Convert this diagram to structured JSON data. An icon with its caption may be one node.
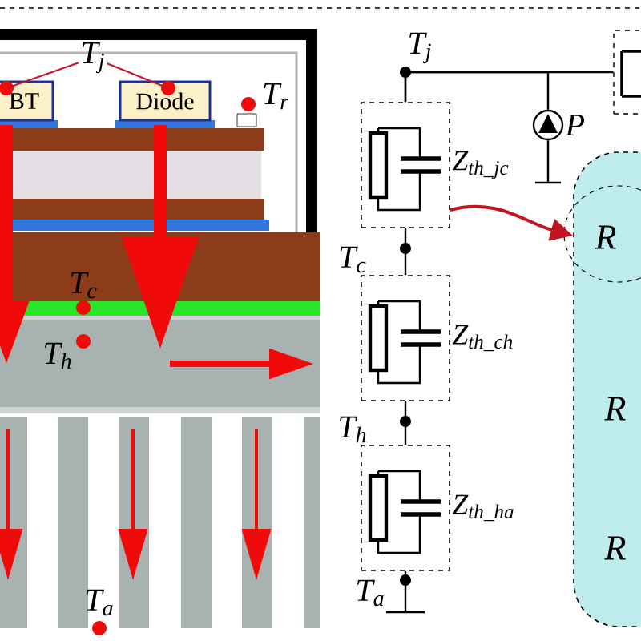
{
  "diagram": {
    "nodes": [
      {
        "text": [
          "BT"
        ]
      },
      {
        "text": [
          "Diode"
        ]
      },
      {
        "text": [
          "T$_{j}$"
        ]
      },
      {
        "text": [
          "Z$_{th_jc}$"
        ]
      },
      {
        "text": [
          "Z$_{th_ch}$"
        ]
      },
      {
        "text": [
          "Z$_{th_ha}$"
        ]
      },
      {
        "text": [
          "R",
          "R",
          "R"
        ]
      },
      {
        "text": [],
        "shape": "circle",
        "beside": [
          "P"
        ]
      },
      {
        "text": [],
        "shape": "box"
      }
    ],
    "edges": [
      {
        "from": 2,
        "to": 0,
        "arrow": "none",
        "color": "#c8142a"
      },
      {
        "from": 2,
        "to": 1,
        "arrow": "none",
        "color": "#c8142a"
      },
      {
        "from": 3,
        "to": 4,
        "arrow": "none",
        "color": "#000000"
      },
      {
        "from": 4,
        "to": 5,
        "arrow": "none",
        "color": "#000000"
      },
      {
        "from": 3,
        "to": 6,
        "arrow": "to",
        "color": "#c0141e"
      },
      {
        "from": 3,
        "to": 7,
        "arrow": "none",
        "color": "#000000"
      },
      {
        "from": 3,
        "to": 8,
        "arrow": "none",
        "color": "#000000"
      }
    ],
    "labels": [
      "T$_{r}$",
      "T$_{c}$",
      "T$_{h}$",
      "T$_{a}$",
      "T$_{j}$",
      "T$_{c}$",
      "T$_{h}$",
      "T$_{a}$"
    ]
  }
}
